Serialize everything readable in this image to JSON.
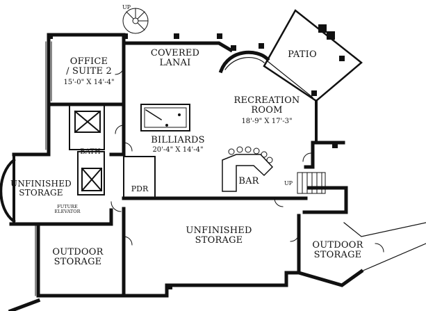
{
  "rooms": {
    "office": {
      "name_line1": "OFFICE",
      "name_line2": "/ SUITE 2",
      "dims": "15'-0\" X 14'-4\""
    },
    "covered_lanai": {
      "name_line1": "COVERED",
      "name_line2": "LANAI"
    },
    "patio": {
      "name": "PATIO"
    },
    "recreation": {
      "name_line1": "RECREATION",
      "name_line2": "ROOM",
      "dims": "18'-9\" X 17'-3\""
    },
    "billiards": {
      "name": "BILLIARDS",
      "dims": "20'-4\" X 14'-4\""
    },
    "bath": {
      "name": "BATH"
    },
    "unfinished_storage_left": {
      "name_line1": "UNFINISHED",
      "name_line2": "STORAGE"
    },
    "future_elevator": {
      "line1": "FUTURE",
      "line2": "ELEVATOR"
    },
    "pdr": {
      "name": "PDR"
    },
    "bar": {
      "name": "BAR"
    },
    "unfinished_storage_center": {
      "name_line1": "UNFINISHED",
      "name_line2": "STORAGE"
    },
    "outdoor_storage_left": {
      "name_line1": "OUTDOOR",
      "name_line2": "STORAGE"
    },
    "outdoor_storage_right": {
      "name_line1": "OUTDOOR",
      "name_line2": "STORAGE"
    }
  },
  "stairs": {
    "top_label": "UP",
    "right_label": "UP"
  },
  "colors": {
    "wall": "#111111",
    "background": "#ffffff"
  }
}
